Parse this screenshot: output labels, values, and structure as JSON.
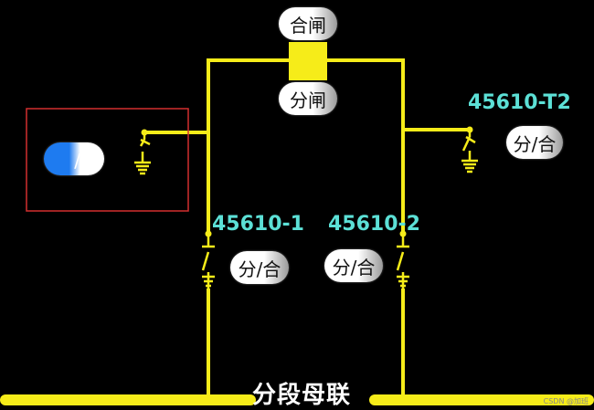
{
  "top_breaker": {
    "close_label": "合闸",
    "open_label": "分闸"
  },
  "left_earth_switch": {
    "toggle_label": "/合",
    "state": "on",
    "highlight_color": "#d32f2f"
  },
  "t2_branch": {
    "name": "45610-T2",
    "toggle_label": "分/合"
  },
  "disconnector_1": {
    "name": "45610-1",
    "toggle_label": "分/合"
  },
  "disconnector_2": {
    "name": "45610-2",
    "toggle_label": "分/合"
  },
  "busbar": {
    "label": "分段母联"
  },
  "watermark": "CSDN @加班",
  "colors": {
    "wire": "#f6ec19",
    "breaker": "#f6ec19",
    "label": "#5ce0d6",
    "toggle_on": "#1e7bf0",
    "background": "#000000"
  }
}
